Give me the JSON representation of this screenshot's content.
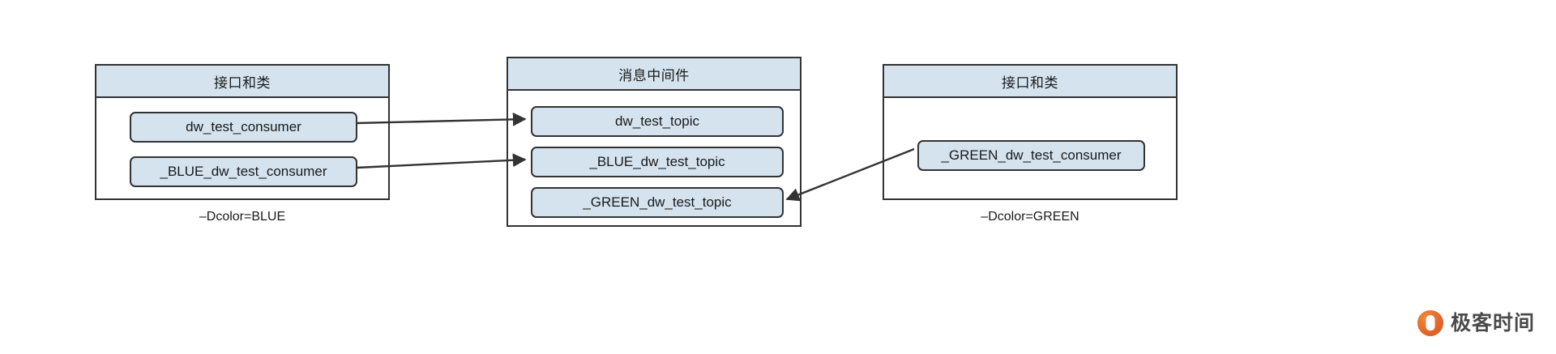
{
  "diagram": {
    "type": "deployment-routing-diagram",
    "colors": {
      "node_fill": "#d4e3ee",
      "node_stroke": "#333333",
      "package_fill": "#ffffff",
      "connector": "#333333",
      "watermark_accent": "#e2662a"
    },
    "packages": [
      {
        "id": "left",
        "header": "接口和类",
        "caption": "–Dcolor=BLUE",
        "nodes": [
          {
            "id": "dw_test_consumer",
            "label": "dw_test_consumer"
          },
          {
            "id": "blue_dw_test_consumer",
            "label": "_BLUE_dw_test_consumer"
          }
        ]
      },
      {
        "id": "middle",
        "header": "消息中间件",
        "caption": "",
        "nodes": [
          {
            "id": "dw_test_topic",
            "label": "dw_test_topic"
          },
          {
            "id": "blue_dw_test_topic",
            "label": "_BLUE_dw_test_topic"
          },
          {
            "id": "green_dw_test_topic",
            "label": "_GREEN_dw_test_topic"
          }
        ]
      },
      {
        "id": "right",
        "header": "接口和类",
        "caption": "–Dcolor=GREEN",
        "nodes": [
          {
            "id": "green_dw_test_consumer",
            "label": "_GREEN_dw_test_consumer"
          }
        ]
      }
    ],
    "connectors": [
      {
        "from": "dw_test_consumer",
        "to": "dw_test_topic",
        "arrow": "end"
      },
      {
        "from": "blue_dw_test_consumer",
        "to": "blue_dw_test_topic",
        "arrow": "end"
      },
      {
        "from": "green_dw_test_consumer",
        "to": "green_dw_test_topic",
        "arrow": "end"
      }
    ]
  },
  "watermark": {
    "text": "极客时间",
    "icon": "geektime-logo-icon"
  }
}
